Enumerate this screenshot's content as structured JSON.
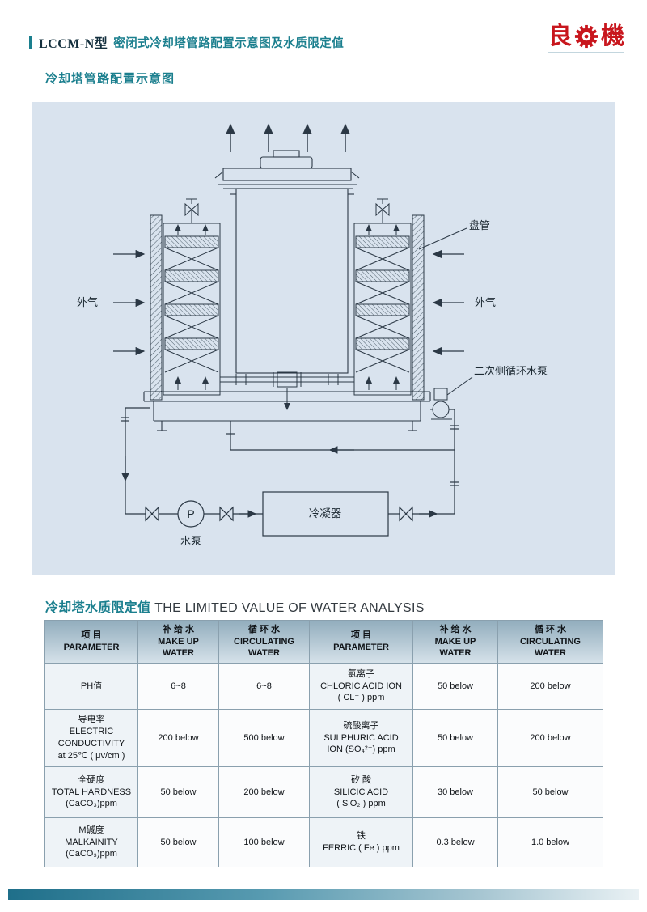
{
  "header": {
    "model": "LCCM-N型",
    "title": "密闭式冷却塔管路配置示意图及水质限定值",
    "logo": {
      "left": "良",
      "right": "機"
    }
  },
  "sections": {
    "diagram_title": "冷却塔管路配置示意图",
    "table_title_cn": "冷却塔水质限定值",
    "table_title_en": " THE LIMITED VALUE OF WATER ANALYSIS"
  },
  "diagram": {
    "labels": {
      "coil": "盘管",
      "air_left": "外气",
      "air_right": "外气",
      "secondary_pump": "二次侧循环水泵",
      "condenser": "冷凝器",
      "pump_letter": "P",
      "water_pump": "水泵"
    }
  },
  "table": {
    "headers": [
      [
        "项  目",
        "PARAMETER"
      ],
      [
        "补 给 水",
        "MAKE UP",
        "WATER"
      ],
      [
        "循 环 水",
        "CIRCULATING",
        "WATER"
      ],
      [
        "项  目",
        "PARAMETER"
      ],
      [
        "补 给 水",
        "MAKE UP",
        "WATER"
      ],
      [
        "循 环 水",
        "CIRCULATING",
        "WATER"
      ]
    ],
    "rows": [
      {
        "param_l": [
          "PH值"
        ],
        "makeup_l": "6~8",
        "circ_l": "6~8",
        "param_r": [
          "氯离子",
          "CHLORIC ACID ION",
          "( CL⁻ ) ppm"
        ],
        "makeup_r": "50 below",
        "circ_r": "200 below"
      },
      {
        "param_l": [
          "导电率",
          "ELECTRIC",
          "CONDUCTIVITY",
          "at 25℃ ( μv/cm )"
        ],
        "makeup_l": "200 below",
        "circ_l": "500 below",
        "param_r": [
          "硫酸离子",
          "SULPHURIC ACID",
          "ION (SO₄²⁻) ppm"
        ],
        "makeup_r": "50 below",
        "circ_r": "200 below"
      },
      {
        "param_l": [
          "全硬度",
          "TOTAL HARDNESS",
          "(CaCO₃)ppm"
        ],
        "makeup_l": "50 below",
        "circ_l": "200 below",
        "param_r": [
          "矽 酸",
          "SILICIC ACID",
          "( SiO₂ ) ppm"
        ],
        "makeup_r": "30 below",
        "circ_r": "50 below"
      },
      {
        "param_l": [
          "M碱度",
          "MALKAINITY",
          "(CaCO₃)ppm"
        ],
        "makeup_l": "50 below",
        "circ_l": "100 below",
        "param_r": [
          "铁",
          "FERRIC ( Fe ) ppm"
        ],
        "makeup_r": "0.3 below",
        "circ_r": "1.0 below"
      }
    ]
  },
  "colors": {
    "accent_teal": "#1b7f8e",
    "logo_red": "#c8161d",
    "panel_bg": "#d9e3ee",
    "line_dark": "#2b3845",
    "table_header_top": "#93aebe",
    "table_header_bottom": "#d6e2ea"
  }
}
